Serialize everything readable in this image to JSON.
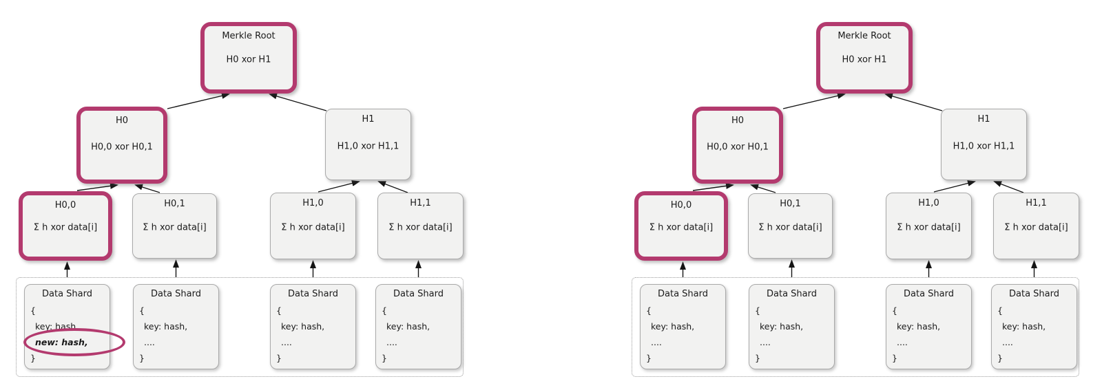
{
  "colors": {
    "highlight": "#b33a6e",
    "node_fill": "#f2f2f1",
    "node_border": "#a9a9a9",
    "arrow": "#141414",
    "text": "#1a1a1a"
  },
  "diagrams": [
    {
      "nodes": {
        "root": {
          "title": "Merkle Root",
          "formula": "H0 xor H1",
          "highlighted": true
        },
        "h0": {
          "title": "H0",
          "formula": "H0,0 xor H0,1",
          "highlighted": true
        },
        "h1": {
          "title": "H1",
          "formula": "H1,0 xor H1,1",
          "highlighted": false
        },
        "h00": {
          "title": "H0,0",
          "formula": "Σ h xor data[i]",
          "highlighted": true
        },
        "h01": {
          "title": "H0,1",
          "formula": "Σ h xor data[i]",
          "highlighted": false
        },
        "h10": {
          "title": "H1,0",
          "formula": "Σ h xor data[i]",
          "highlighted": false
        },
        "h11": {
          "title": "H1,1",
          "formula": "Σ h xor data[i]",
          "highlighted": false
        }
      },
      "shards": [
        {
          "title": "Data Shard",
          "lines": [
            "{",
            "key: hash,",
            "new: hash,",
            "}"
          ],
          "circled": true
        },
        {
          "title": "Data Shard",
          "lines": [
            "{",
            "key: hash,",
            "....",
            "}"
          ],
          "circled": false
        },
        {
          "title": "Data Shard",
          "lines": [
            "{",
            "key: hash,",
            "....",
            "}"
          ],
          "circled": false
        },
        {
          "title": "Data Shard",
          "lines": [
            "{",
            "key: hash,",
            "....",
            "}"
          ],
          "circled": false
        }
      ]
    },
    {
      "nodes": {
        "root": {
          "title": "Merkle Root",
          "formula": "H0 xor H1",
          "highlighted": true
        },
        "h0": {
          "title": "H0",
          "formula": "H0,0 xor H0,1",
          "highlighted": true
        },
        "h1": {
          "title": "H1",
          "formula": "H1,0 xor H1,1",
          "highlighted": false
        },
        "h00": {
          "title": "H0,0",
          "formula": "Σ h xor data[i]",
          "highlighted": true
        },
        "h01": {
          "title": "H0,1",
          "formula": "Σ h xor data[i]",
          "highlighted": false
        },
        "h10": {
          "title": "H1,0",
          "formula": "Σ h xor data[i]",
          "highlighted": false
        },
        "h11": {
          "title": "H1,1",
          "formula": "Σ h xor data[i]",
          "highlighted": false
        }
      },
      "shards": [
        {
          "title": "Data Shard",
          "lines": [
            "{",
            "key: hash,",
            "....",
            "}"
          ],
          "circled": false
        },
        {
          "title": "Data Shard",
          "lines": [
            "{",
            "key: hash,",
            "....",
            "}"
          ],
          "circled": false
        },
        {
          "title": "Data Shard",
          "lines": [
            "{",
            "key: hash,",
            "....",
            "}"
          ],
          "circled": false
        },
        {
          "title": "Data Shard",
          "lines": [
            "{",
            "key: hash,",
            "....",
            "}"
          ],
          "circled": false
        }
      ]
    }
  ]
}
